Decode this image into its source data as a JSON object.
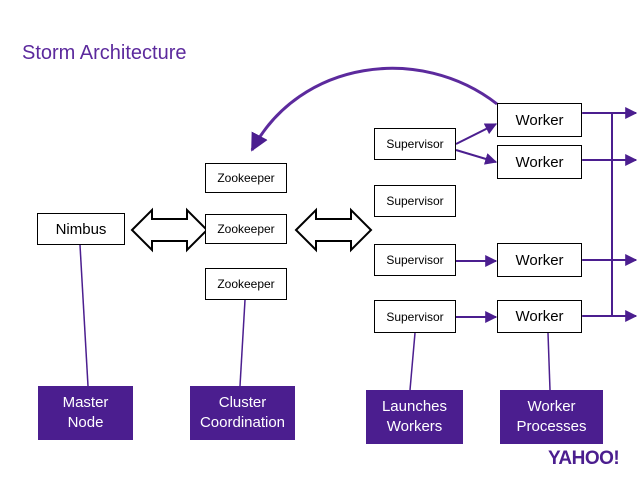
{
  "title": "Storm Architecture",
  "nimbus": "Nimbus",
  "zookeepers": [
    "Zookeeper",
    "Zookeeper",
    "Zookeeper"
  ],
  "supervisors": [
    "Supervisor",
    "Supervisor",
    "Supervisor",
    "Supervisor"
  ],
  "workers": [
    "Worker",
    "Worker",
    "Worker",
    "Worker"
  ],
  "labels": {
    "master": "Master\nNode",
    "cluster": "Cluster\nCoordination",
    "launches": "Launches\nWorkers",
    "worker_processes": "Worker\nProcesses"
  },
  "logo": "YAHOO!",
  "colors": {
    "accent": "#4b1e8f",
    "title": "#5c2a9d"
  }
}
